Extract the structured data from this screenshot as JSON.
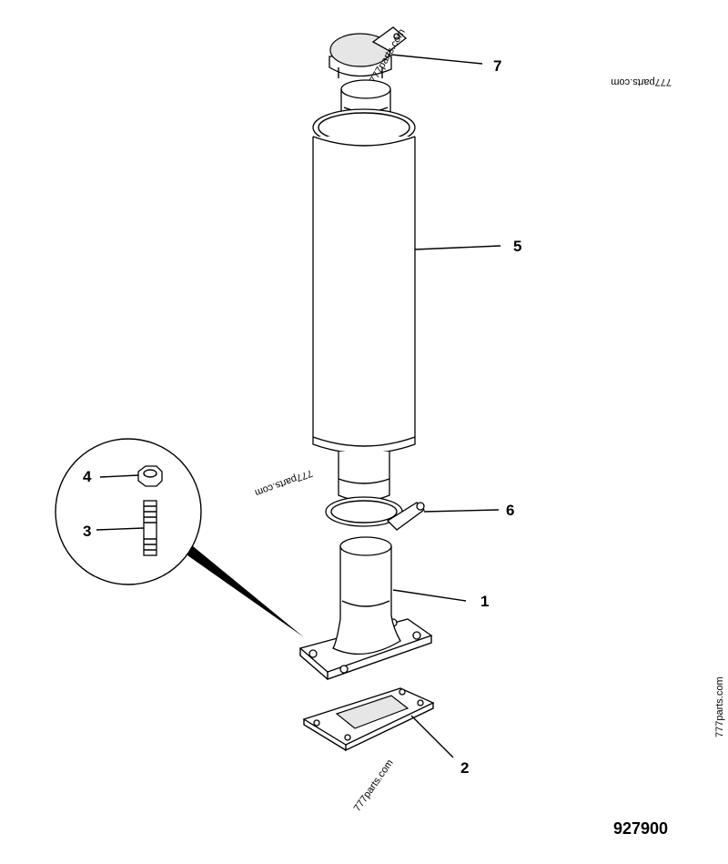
{
  "diagram": {
    "figure_number": "927900",
    "callouts": [
      {
        "id": "1"
      },
      {
        "id": "2"
      },
      {
        "id": "3"
      },
      {
        "id": "4"
      },
      {
        "id": "5"
      },
      {
        "id": "6"
      },
      {
        "id": "7"
      }
    ],
    "watermarks": [
      "777parts.com",
      "777parts.com",
      "777parts.com",
      "777parts.com",
      "777parts.com"
    ]
  },
  "colors": {
    "line": "#000000",
    "shade": "#e6e6e6",
    "background": "#ffffff"
  }
}
